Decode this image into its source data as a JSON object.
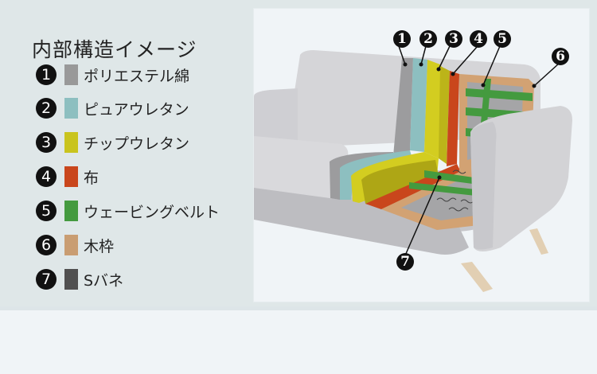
{
  "title": "内部構造イメージ",
  "legend": [
    {
      "num": "1",
      "label": "ポリエステル綿",
      "color": "#999999"
    },
    {
      "num": "2",
      "label": "ピュアウレタン",
      "color": "#8dbfc0"
    },
    {
      "num": "3",
      "label": "チップウレタン",
      "color": "#c9c41e"
    },
    {
      "num": "4",
      "label": "布",
      "color": "#c9461c"
    },
    {
      "num": "5",
      "label": "ウェービングベルト",
      "color": "#449a3f"
    },
    {
      "num": "6",
      "label": "木枠",
      "color": "#c99d72"
    },
    {
      "num": "7",
      "label": "Sバネ",
      "color": "#505050"
    }
  ],
  "diagram": {
    "callouts": [
      "1",
      "2",
      "3",
      "4",
      "5",
      "6",
      "7"
    ],
    "colors": {
      "fabric": "#d3d3d6",
      "fabric_shadow": "#bdbdc1",
      "panel_bg": "#dfe7e8",
      "page_bg": "#f0f4f7",
      "leg": "#e2cfb3"
    }
  }
}
